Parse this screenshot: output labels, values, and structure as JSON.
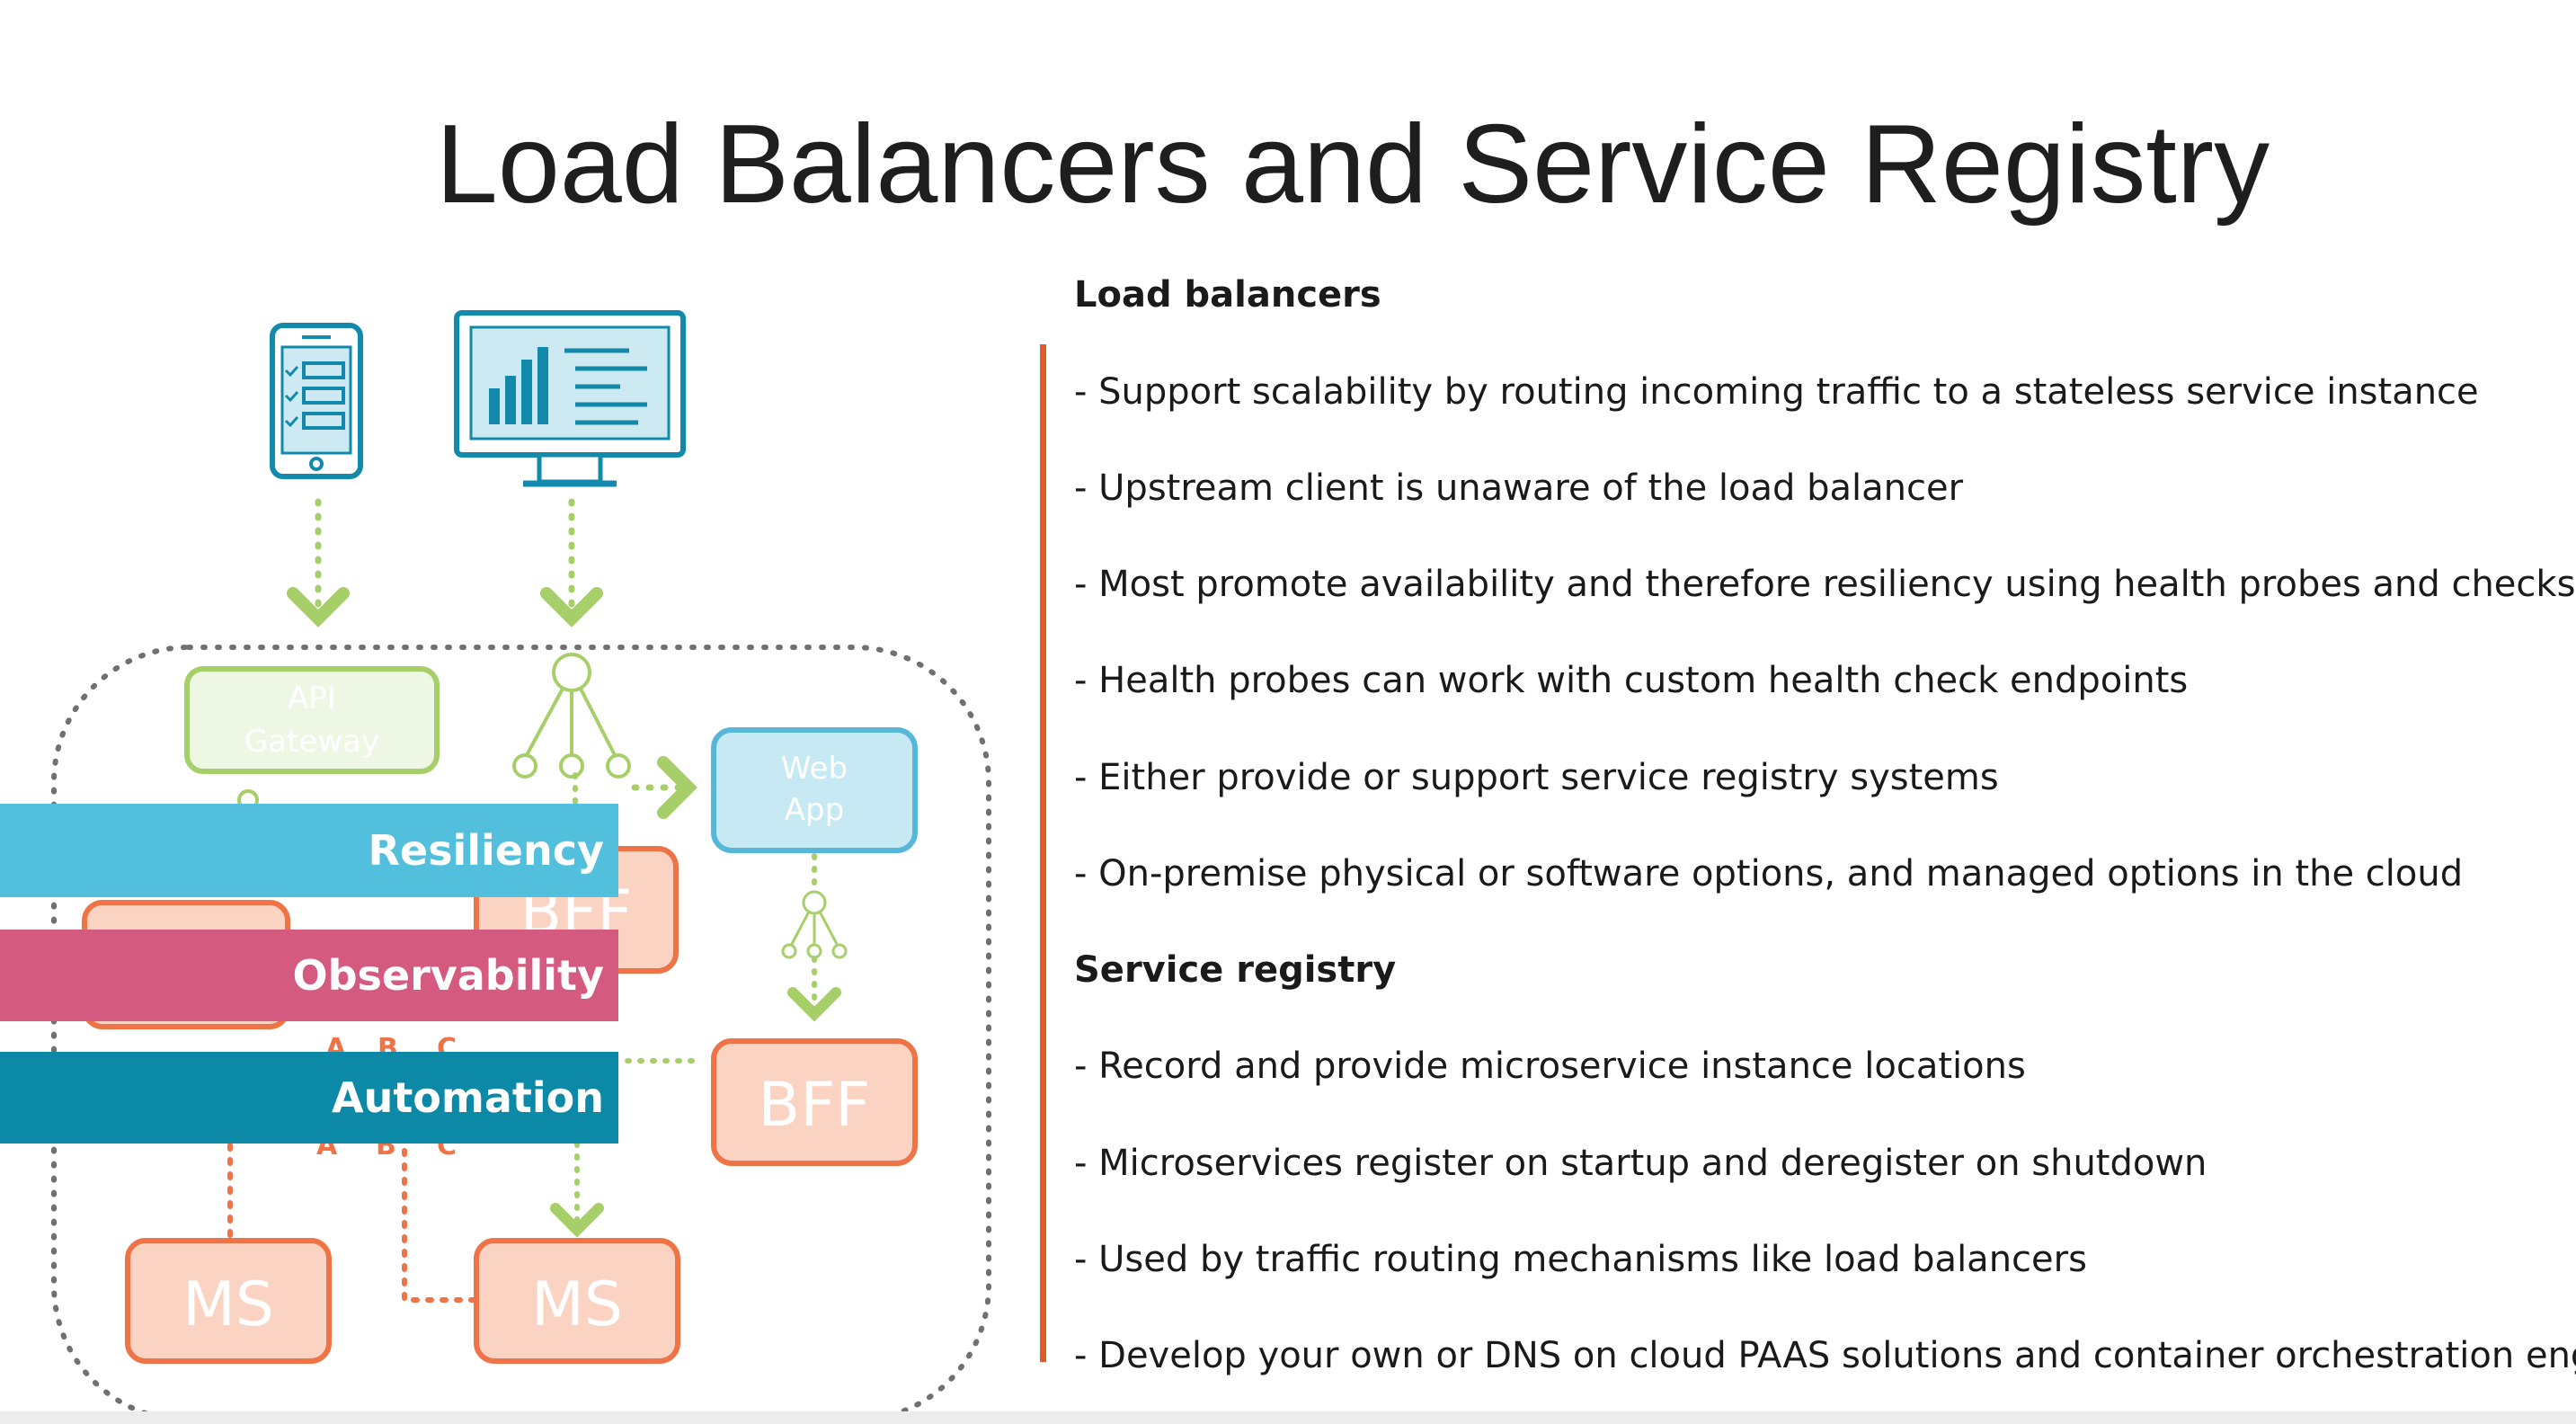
{
  "slide": {
    "title": "Load Balancers and Service Registry"
  },
  "diagram": {
    "api_gateway_line1": "API",
    "api_gateway_line2": "Gateway",
    "web_app_line1": "Web",
    "web_app_line2": "App",
    "bff_left": "BFF",
    "bff_right": "BFF",
    "ms_left": "MS",
    "ms_right": "MS",
    "faded_labels": [
      "A",
      "B",
      "C"
    ],
    "bands": {
      "resiliency": "Resiliency",
      "observability": "Observability",
      "automation": "Automation"
    },
    "colors": {
      "resiliency": "#52bfdc",
      "observability": "#d55a80",
      "automation": "#0b89a6",
      "green": "#a6cf6a",
      "orange": "#ee7346",
      "teal": "#1389ac",
      "web_app": "#57b7d8"
    }
  },
  "content": {
    "load_balancers_heading": "Load balancers",
    "load_balancers_bullets": [
      "- Support scalability by routing incoming traffic to a stateless service instance",
      "- Upstream client is unaware of the load balancer",
      "- Most promote availability and therefore resiliency using health probes and checks",
      "- Health probes can work with custom health check endpoints",
      "- Either provide or support service registry systems",
      "- On-premise physical or software options, and managed options in the cloud"
    ],
    "service_registry_heading": "Service registry",
    "service_registry_bullets": [
      "- Record and provide microservice instance locations",
      "- Microservices register on startup and deregister on shutdown",
      "- Used by traffic routing mechanisms like load balancers",
      "- Develop your own or DNS on cloud PAAS solutions and container orchestration engines"
    ]
  }
}
